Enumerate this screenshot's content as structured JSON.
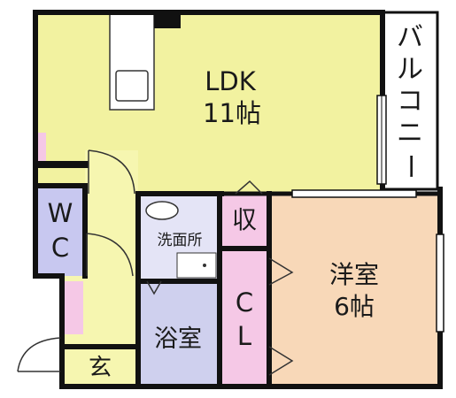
{
  "colors": {
    "ldk": "#f2f2a0",
    "western": "#f8d8b8",
    "wc": "#c8c8f0",
    "closet": "#f5c8e6",
    "storage": "#f5c8e6",
    "bath": "#cfd0ee",
    "washroom": "#e4e4f6",
    "hall": "#f6f6b0",
    "entrance": "#f6f6b0",
    "wall": "#111111",
    "balcony": "#ffffff"
  },
  "rooms": {
    "ldk": {
      "name": "LDK",
      "size": "11帖"
    },
    "western": {
      "name": "洋室",
      "size": "6帖"
    },
    "wc": {
      "line1": "W",
      "line2": "C"
    },
    "washroom": {
      "name": "洗面所"
    },
    "storage": {
      "name": "収"
    },
    "closet": {
      "line1": "C",
      "line2": "L"
    },
    "bath": {
      "name": "浴室"
    },
    "entrance": {
      "name": "玄"
    },
    "balcony": {
      "chars": [
        "バ",
        "ル",
        "コ",
        "ニ",
        "ー"
      ]
    }
  }
}
